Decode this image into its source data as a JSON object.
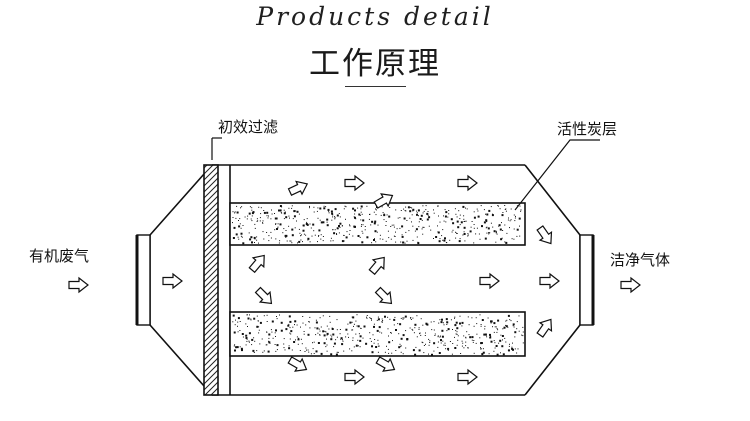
{
  "header": {
    "title": "Products detail",
    "subtitle": "工作原理"
  },
  "diagram": {
    "labels": {
      "prefilter": "初效过滤",
      "carbon_layer": "活性炭层",
      "inlet": "有机废气",
      "outlet": "洁净气体"
    },
    "arrow_symbol": "⇨"
  }
}
